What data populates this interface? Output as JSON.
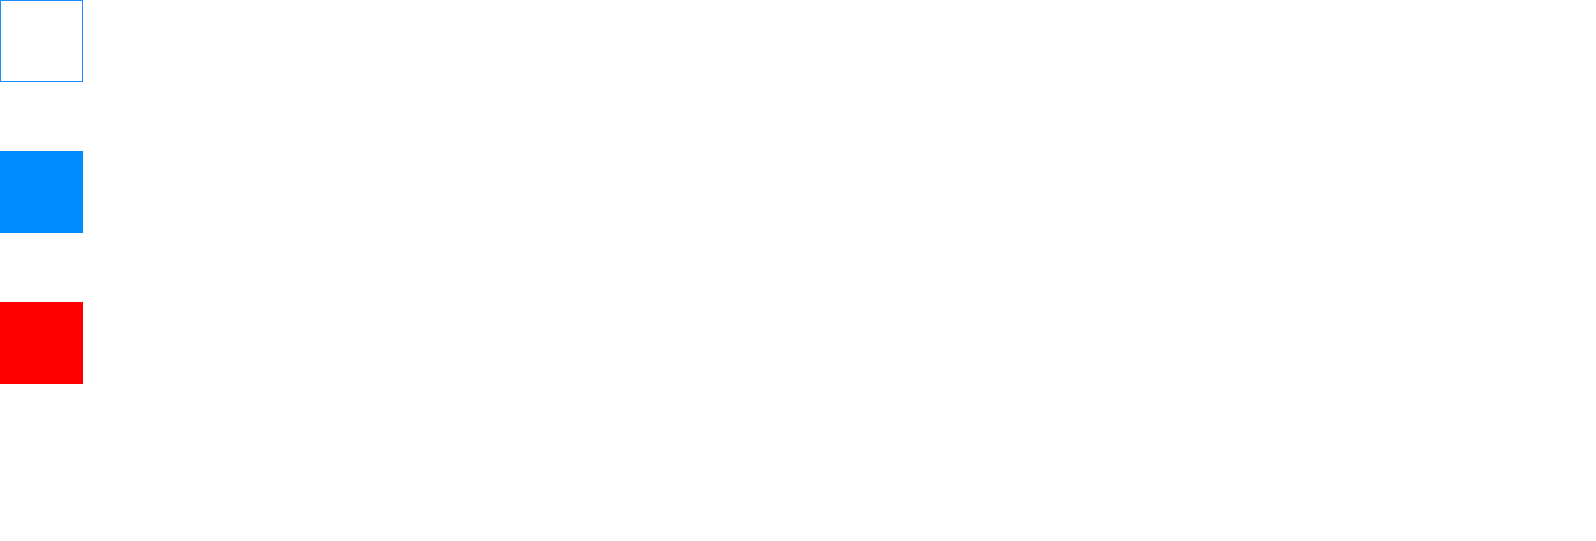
{
  "boxes": [
    {
      "name": "outline-box",
      "style": "outline",
      "color": "#1a8cff"
    },
    {
      "name": "blue-box",
      "style": "filled",
      "color": "#008bff"
    },
    {
      "name": "red-box",
      "style": "filled",
      "color": "#ff0000"
    }
  ],
  "background_color": "#ffffff"
}
